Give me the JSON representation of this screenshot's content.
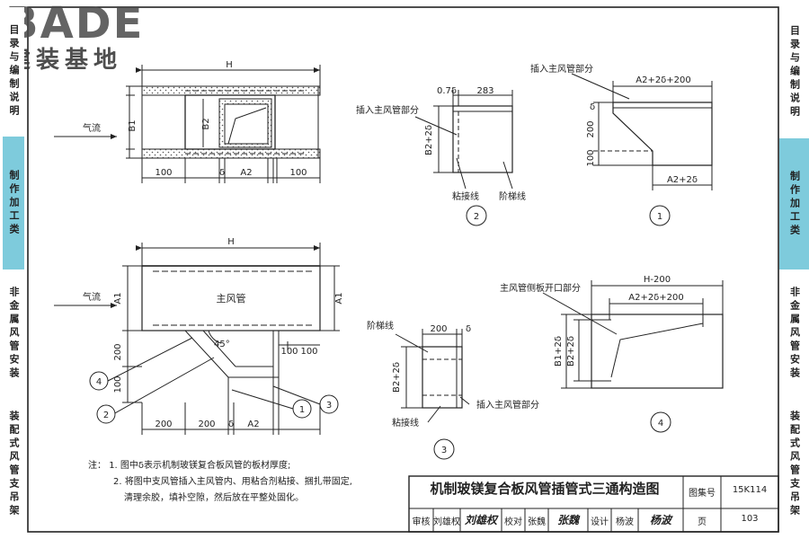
{
  "logo": {
    "brand": "BADE",
    "subtitle": "建装基地"
  },
  "left_strip": [
    {
      "label": "目录与编制说明",
      "color": "#ffffff",
      "active": false
    },
    {
      "label": "制作加工类",
      "color": "#7ecbdc",
      "active": true
    },
    {
      "label": "非金属风管安装",
      "color": "#ffffff",
      "active": false
    },
    {
      "label": "装配式风管支吊架",
      "color": "#ffffff",
      "active": false
    }
  ],
  "right_strip": [
    {
      "label": "目录与编制说明",
      "color": "#ffffff"
    },
    {
      "label": "制作加工类",
      "color": "#7ecbdc"
    },
    {
      "label": "非金属风管安装",
      "color": "#ffffff"
    },
    {
      "label": "装配式风管支吊架",
      "color": "#ffffff"
    }
  ],
  "drawing": {
    "top_left": {
      "width_label": "H",
      "height_b1": "B1",
      "height_b2": "B2",
      "flow_label": "气流",
      "dim_100_left": "100",
      "dim_delta": "δ",
      "dim_a2": "A2",
      "dim_100_right": "100"
    },
    "bottom_left": {
      "width_label": "H",
      "height_a1_left": "A1",
      "height_a1_right": "A1",
      "main_duct_label": "主风管",
      "flow_label": "气流",
      "angle": "45°",
      "dim_200_v": "200",
      "dim_100_v": "100",
      "dim_100_a": "100",
      "dim_100_b": "100",
      "dim_200_a": "200",
      "dim_200_b": "200",
      "dim_a2": "A2",
      "dim_delta": "δ",
      "callouts": [
        "4",
        "2",
        "1",
        "3"
      ]
    },
    "part2": {
      "dim_top_left": "0.7δ",
      "dim_top_right": "283",
      "label_insert": "插入主风管部分",
      "label_glue": "粘接线",
      "label_step": "阶梯线",
      "height": "B2+2δ",
      "number": "2"
    },
    "part1": {
      "label_insert": "插入主风管部分",
      "dim_top": "A2+2δ+200",
      "dim_bottom": "A2+2δ",
      "dim_200": "200",
      "dim_100": "100",
      "dim_delta": "δ",
      "number": "1"
    },
    "part3": {
      "label_step": "阶梯线",
      "dim_200": "200",
      "dim_delta": "δ",
      "height": "B2+2δ",
      "label_insert": "插入主风管部分",
      "label_glue": "粘接线",
      "number": "3"
    },
    "part4": {
      "label_opening": "主风管侧板开口部分",
      "dim_outer": "H-200",
      "dim_inner": "A2+2δ+200",
      "height_outer": "B1+2δ",
      "height_inner": "B2+2δ",
      "number": "4"
    }
  },
  "notes": {
    "prefix": "注：",
    "items": [
      "1. 图中δ表示机制玻镁复合板风管的板材厚度;",
      "2. 将图中支风管插入主风管内、用粘合剂粘接、捆扎带固定,",
      "清理余胶，填补空隙，然后放在平整处固化。"
    ]
  },
  "title_block": {
    "title": "机制玻镁复合板风管插管式三通构造图",
    "atlas_label": "图集号",
    "atlas_number": "15K114",
    "page_label": "页",
    "page_number": "103",
    "review_label": "审核",
    "review_name": "刘雄权",
    "review_sig": "刘雄权",
    "check_label": "校对",
    "check_name": "张魏",
    "check_sig": "张魏",
    "design_label": "设计",
    "design_name": "杨波",
    "design_sig": "杨波"
  }
}
